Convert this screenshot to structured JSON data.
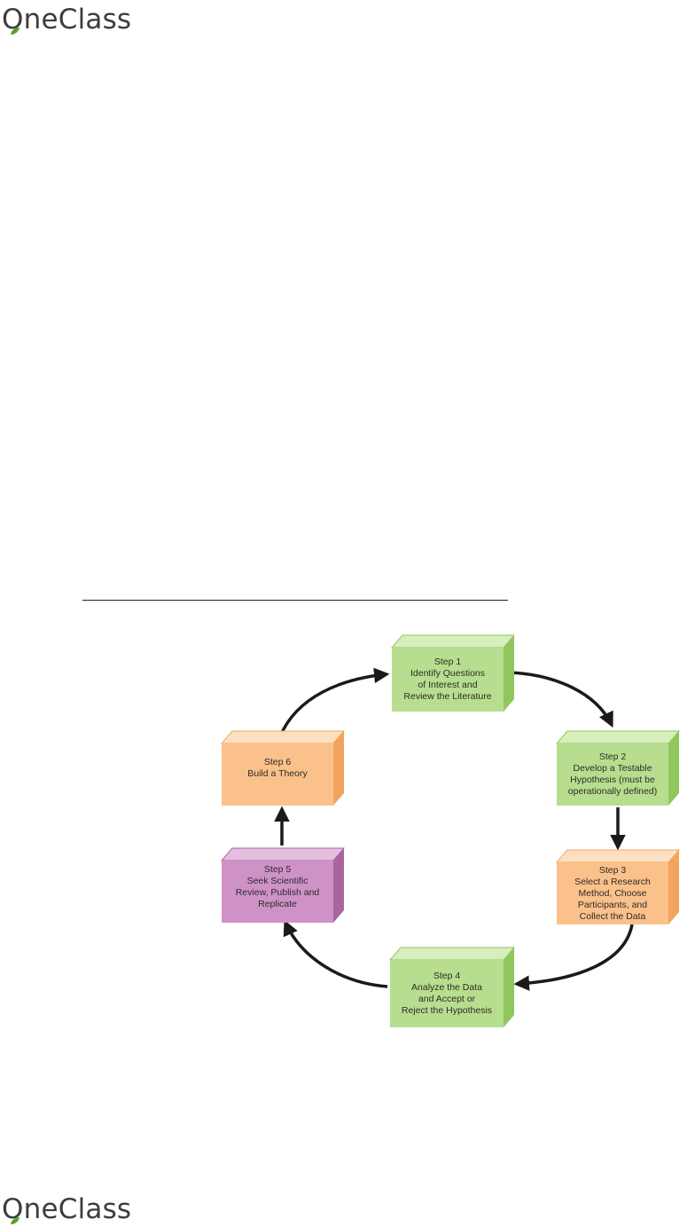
{
  "header": {
    "logo_text": "OneClass"
  },
  "footer": {
    "logo_text": "OneClass"
  },
  "colors": {
    "green_front": "#b7de8e",
    "green_top": "#d7efbd",
    "green_side": "#8fc75d",
    "orange_front": "#fbc18b",
    "orange_top": "#fde0c3",
    "orange_side": "#f2a45f",
    "purple_front": "#cf92c7",
    "purple_top": "#e4bfdf",
    "purple_side": "#a865a0",
    "logo_leaf": "#5aa02c"
  },
  "diagram": {
    "steps": [
      {
        "id": "step-1",
        "title": "Step 1",
        "lines": [
          "Identify Questions",
          "of Interest and",
          "Review the Literature"
        ],
        "color": "green"
      },
      {
        "id": "step-2",
        "title": "Step 2",
        "lines": [
          "Develop a Testable",
          "Hypothesis (must be",
          "operationally defined)"
        ],
        "color": "green"
      },
      {
        "id": "step-3",
        "title": "Step 3",
        "lines": [
          "Select a Research",
          "Method, Choose",
          "Participants, and",
          "Collect the Data"
        ],
        "color": "orange"
      },
      {
        "id": "step-4",
        "title": "Step 4",
        "lines": [
          "Analyze the Data",
          "and Accept or",
          "Reject the Hypothesis"
        ],
        "color": "green"
      },
      {
        "id": "step-5",
        "title": "Step 5",
        "lines": [
          "Seek Scientific",
          "Review, Publish and",
          "Replicate"
        ],
        "color": "purple"
      },
      {
        "id": "step-6",
        "title": "Step 6",
        "lines": [
          "Build a Theory"
        ],
        "color": "orange"
      }
    ]
  }
}
